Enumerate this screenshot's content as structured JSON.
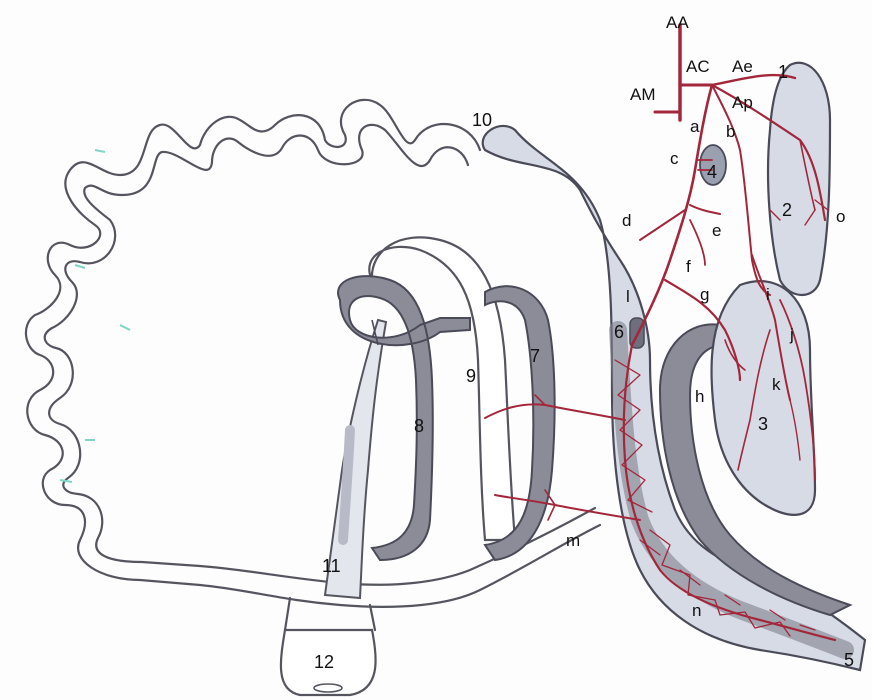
{
  "colors": {
    "vessel": "#a3263a",
    "organ_outline": "#4a4a58",
    "gray_fill": "#8c8c98",
    "light_fill": "#d6dbe6",
    "tube_fill": "#ffffff"
  },
  "artery_labels": {
    "aa": "AA",
    "ac": "AC",
    "ae": "Ae",
    "am": "AM",
    "ap": "Ap"
  },
  "branch_labels": {
    "a": "a",
    "b": "b",
    "c": "c",
    "d": "d",
    "e": "e",
    "f": "f",
    "g": "g",
    "h": "h",
    "i": "i",
    "j": "j",
    "k": "k",
    "l": "l",
    "m": "m",
    "n": "n",
    "o": "o"
  },
  "organ_numbers": {
    "n1": "1",
    "n2": "2",
    "n3": "3",
    "n4": "4",
    "n5": "5",
    "n6": "6",
    "n7": "7",
    "n8": "8",
    "n9": "9",
    "n10": "10",
    "n11": "11",
    "n12": "12"
  }
}
